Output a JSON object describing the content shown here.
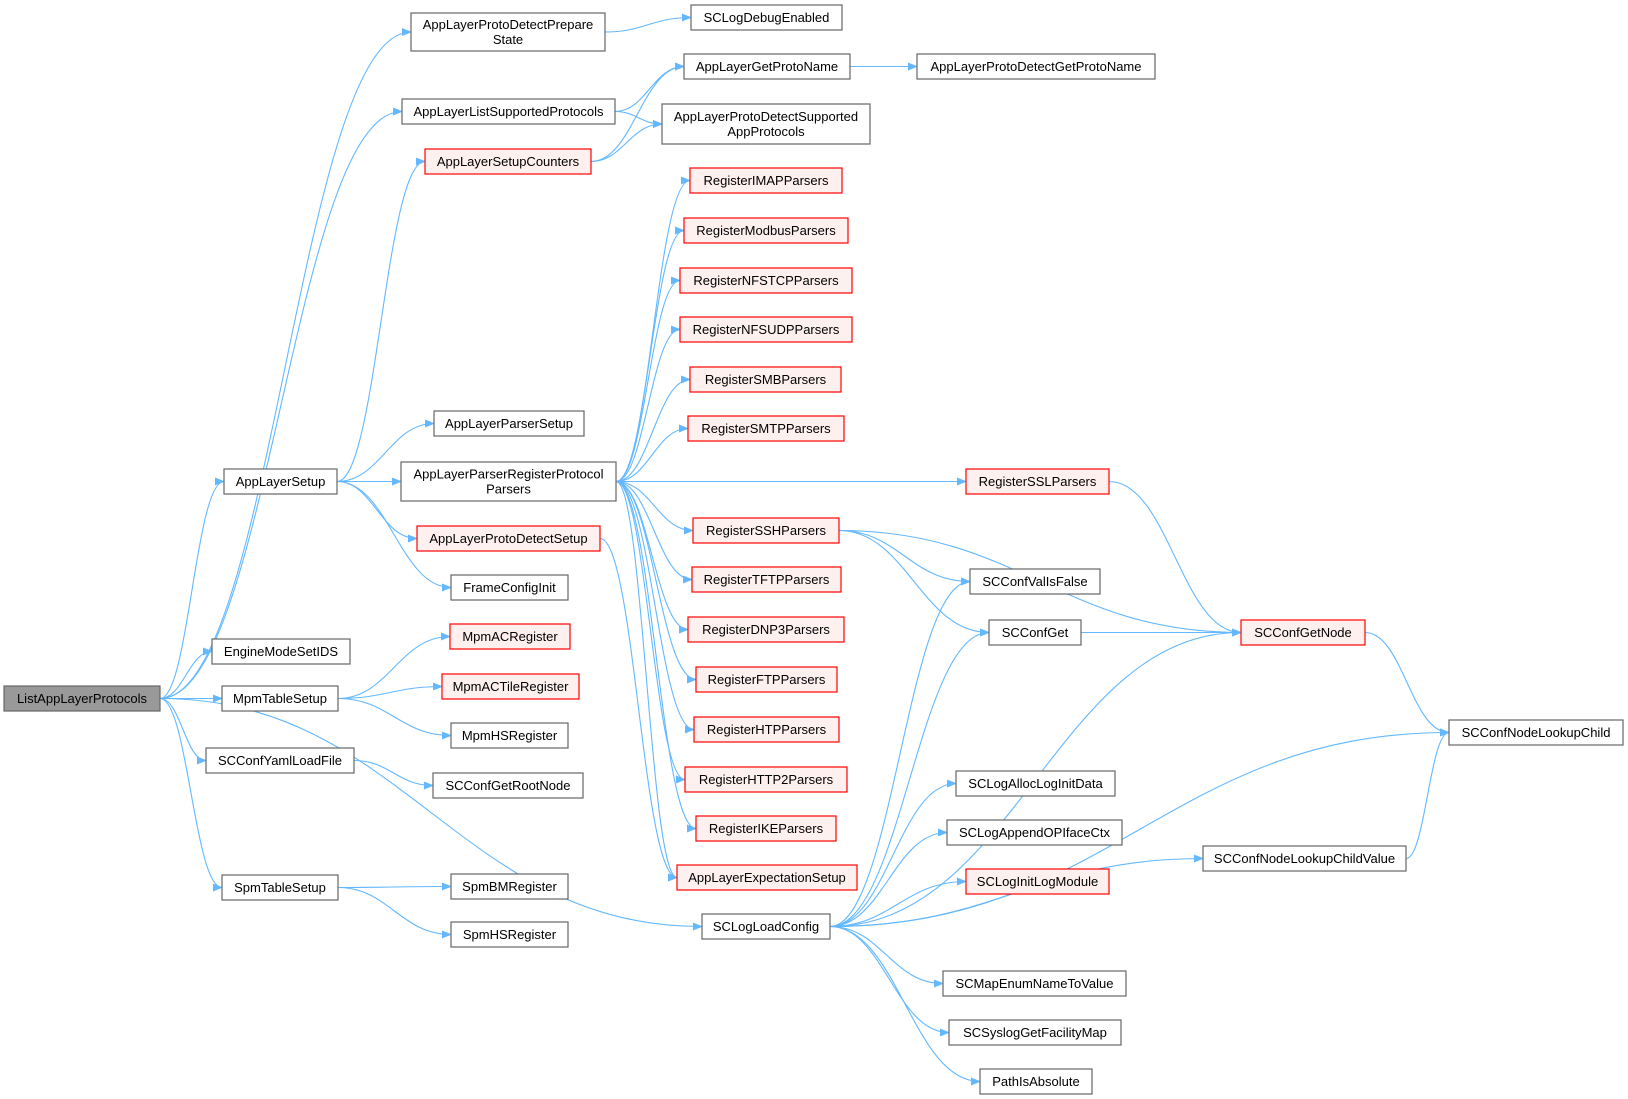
{
  "colors": {
    "edge": "#63b8ff",
    "node_border": "#666666",
    "node_fill": "#ffffff",
    "root_fill": "#999999",
    "truncated_border": "#ff0000",
    "truncated_fill": "#fff0f0"
  },
  "nodes": {
    "root": {
      "lines": [
        "ListAppLayerProtocols"
      ],
      "style": "root"
    },
    "protoDetectPrepare": {
      "lines": [
        "AppLayerProtoDetectPrepare",
        "State"
      ],
      "style": "normal"
    },
    "scLogDebugEnabled": {
      "lines": [
        "SCLogDebugEnabled"
      ],
      "style": "normal"
    },
    "getProtoName": {
      "lines": [
        "AppLayerGetProtoName"
      ],
      "style": "normal"
    },
    "protoDetectGetProtoName": {
      "lines": [
        "AppLayerProtoDetectGetProtoName"
      ],
      "style": "normal"
    },
    "listSupported": {
      "lines": [
        "AppLayerListSupportedProtocols"
      ],
      "style": "normal"
    },
    "protoDetectSupported": {
      "lines": [
        "AppLayerProtoDetectSupported",
        "AppProtocols"
      ],
      "style": "normal"
    },
    "setupCounters": {
      "lines": [
        "AppLayerSetupCounters"
      ],
      "style": "truncated"
    },
    "regIMAP": {
      "lines": [
        "RegisterIMAPParsers"
      ],
      "style": "truncated"
    },
    "regModbus": {
      "lines": [
        "RegisterModbusParsers"
      ],
      "style": "truncated"
    },
    "regNFSTCP": {
      "lines": [
        "RegisterNFSTCPParsers"
      ],
      "style": "truncated"
    },
    "regNFSUDP": {
      "lines": [
        "RegisterNFSUDPParsers"
      ],
      "style": "truncated"
    },
    "regSMB": {
      "lines": [
        "RegisterSMBParsers"
      ],
      "style": "truncated"
    },
    "regSMTP": {
      "lines": [
        "RegisterSMTPParsers"
      ],
      "style": "truncated"
    },
    "parserSetup": {
      "lines": [
        "AppLayerParserSetup"
      ],
      "style": "normal"
    },
    "appLayerSetup": {
      "lines": [
        "AppLayerSetup"
      ],
      "style": "normal"
    },
    "parserRegister": {
      "lines": [
        "AppLayerParserRegisterProtocol",
        "Parsers"
      ],
      "style": "normal"
    },
    "regSSL": {
      "lines": [
        "RegisterSSLParsers"
      ],
      "style": "truncated"
    },
    "protoDetectSetup": {
      "lines": [
        "AppLayerProtoDetectSetup"
      ],
      "style": "truncated"
    },
    "regSSH": {
      "lines": [
        "RegisterSSHParsers"
      ],
      "style": "truncated"
    },
    "frameConfigInit": {
      "lines": [
        "FrameConfigInit"
      ],
      "style": "normal"
    },
    "regTFTP": {
      "lines": [
        "RegisterTFTPParsers"
      ],
      "style": "truncated"
    },
    "scConfValIsFalse": {
      "lines": [
        "SCConfValIsFalse"
      ],
      "style": "normal"
    },
    "engineModeSetIDS": {
      "lines": [
        "EngineModeSetIDS"
      ],
      "style": "normal"
    },
    "regDNP3": {
      "lines": [
        "RegisterDNP3Parsers"
      ],
      "style": "truncated"
    },
    "mpmACRegister": {
      "lines": [
        "MpmACRegister"
      ],
      "style": "truncated"
    },
    "scConfGet": {
      "lines": [
        "SCConfGet"
      ],
      "style": "normal"
    },
    "scConfGetNode": {
      "lines": [
        "SCConfGetNode"
      ],
      "style": "truncated"
    },
    "regFTP": {
      "lines": [
        "RegisterFTPParsers"
      ],
      "style": "truncated"
    },
    "mpmTableSetup": {
      "lines": [
        "MpmTableSetup"
      ],
      "style": "normal"
    },
    "mpmACTile": {
      "lines": [
        "MpmACTileRegister"
      ],
      "style": "truncated"
    },
    "regHTP": {
      "lines": [
        "RegisterHTPParsers"
      ],
      "style": "truncated"
    },
    "mpmHS": {
      "lines": [
        "MpmHSRegister"
      ],
      "style": "normal"
    },
    "scConfNodeLookupChild": {
      "lines": [
        "SCConfNodeLookupChild"
      ],
      "style": "normal"
    },
    "scConfYamlLoadFile": {
      "lines": [
        "SCConfYamlLoadFile"
      ],
      "style": "normal"
    },
    "regHTTP2": {
      "lines": [
        "RegisterHTTP2Parsers"
      ],
      "style": "truncated"
    },
    "scConfGetRootNode": {
      "lines": [
        "SCConfGetRootNode"
      ],
      "style": "normal"
    },
    "scLogAllocLogInitData": {
      "lines": [
        "SCLogAllocLogInitData"
      ],
      "style": "normal"
    },
    "regIKE": {
      "lines": [
        "RegisterIKEParsers"
      ],
      "style": "truncated"
    },
    "scLogAppendOPIface": {
      "lines": [
        "SCLogAppendOPIfaceCtx"
      ],
      "style": "normal"
    },
    "scConfNodeLookupChildValue": {
      "lines": [
        "SCConfNodeLookupChildValue"
      ],
      "style": "normal"
    },
    "expectationSetup": {
      "lines": [
        "AppLayerExpectationSetup"
      ],
      "style": "truncated"
    },
    "scLogInitLogModule": {
      "lines": [
        "SCLogInitLogModule"
      ],
      "style": "truncated"
    },
    "spmTableSetup": {
      "lines": [
        "SpmTableSetup"
      ],
      "style": "normal"
    },
    "spmBM": {
      "lines": [
        "SpmBMRegister"
      ],
      "style": "normal"
    },
    "scLogLoadConfig": {
      "lines": [
        "SCLogLoadConfig"
      ],
      "style": "normal"
    },
    "spmHS": {
      "lines": [
        "SpmHSRegister"
      ],
      "style": "normal"
    },
    "scMapEnum": {
      "lines": [
        "SCMapEnumNameToValue"
      ],
      "style": "normal"
    },
    "scSyslogGetFacility": {
      "lines": [
        "SCSyslogGetFacilityMap"
      ],
      "style": "normal"
    },
    "pathIsAbsolute": {
      "lines": [
        "PathIsAbsolute"
      ],
      "style": "normal"
    }
  },
  "edges": [
    [
      "root",
      "protoDetectPrepare"
    ],
    [
      "root",
      "listSupported"
    ],
    [
      "root",
      "appLayerSetup"
    ],
    [
      "root",
      "engineModeSetIDS"
    ],
    [
      "root",
      "mpmTableSetup"
    ],
    [
      "root",
      "scConfYamlLoadFile"
    ],
    [
      "root",
      "spmTableSetup"
    ],
    [
      "root",
      "scLogLoadConfig"
    ],
    [
      "protoDetectPrepare",
      "scLogDebugEnabled"
    ],
    [
      "getProtoName",
      "protoDetectGetProtoName"
    ],
    [
      "listSupported",
      "getProtoName"
    ],
    [
      "listSupported",
      "protoDetectSupported"
    ],
    [
      "setupCounters",
      "getProtoName"
    ],
    [
      "setupCounters",
      "protoDetectSupported"
    ],
    [
      "appLayerSetup",
      "setupCounters"
    ],
    [
      "appLayerSetup",
      "parserSetup"
    ],
    [
      "appLayerSetup",
      "parserRegister"
    ],
    [
      "appLayerSetup",
      "protoDetectSetup"
    ],
    [
      "appLayerSetup",
      "frameConfigInit"
    ],
    [
      "parserRegister",
      "regIMAP"
    ],
    [
      "parserRegister",
      "regModbus"
    ],
    [
      "parserRegister",
      "regNFSTCP"
    ],
    [
      "parserRegister",
      "regNFSUDP"
    ],
    [
      "parserRegister",
      "regSMB"
    ],
    [
      "parserRegister",
      "regSMTP"
    ],
    [
      "parserRegister",
      "regSSL"
    ],
    [
      "parserRegister",
      "regSSH"
    ],
    [
      "parserRegister",
      "regTFTP"
    ],
    [
      "parserRegister",
      "regDNP3"
    ],
    [
      "parserRegister",
      "regFTP"
    ],
    [
      "parserRegister",
      "regHTP"
    ],
    [
      "parserRegister",
      "regHTTP2"
    ],
    [
      "parserRegister",
      "regIKE"
    ],
    [
      "parserRegister",
      "expectationSetup"
    ],
    [
      "protoDetectSetup",
      "expectationSetup"
    ],
    [
      "regSSL",
      "scConfGetNode"
    ],
    [
      "regSSH",
      "scConfGetNode"
    ],
    [
      "regSSH",
      "scConfValIsFalse"
    ],
    [
      "regSSH",
      "scConfGet"
    ],
    [
      "scConfGet",
      "scConfGetNode"
    ],
    [
      "scConfGetNode",
      "scConfNodeLookupChild"
    ],
    [
      "scConfNodeLookupChildValue",
      "scConfNodeLookupChild"
    ],
    [
      "mpmTableSetup",
      "mpmACRegister"
    ],
    [
      "mpmTableSetup",
      "mpmACTile"
    ],
    [
      "mpmTableSetup",
      "mpmHS"
    ],
    [
      "scConfYamlLoadFile",
      "scConfGetRootNode"
    ],
    [
      "spmTableSetup",
      "spmBM"
    ],
    [
      "spmTableSetup",
      "spmHS"
    ],
    [
      "scLogLoadConfig",
      "scConfValIsFalse"
    ],
    [
      "scLogLoadConfig",
      "scConfGet"
    ],
    [
      "scLogLoadConfig",
      "scConfGetNode"
    ],
    [
      "scLogLoadConfig",
      "scConfNodeLookupChild"
    ],
    [
      "scLogLoadConfig",
      "scLogAllocLogInitData"
    ],
    [
      "scLogLoadConfig",
      "scLogAppendOPIface"
    ],
    [
      "scLogLoadConfig",
      "scLogInitLogModule"
    ],
    [
      "scLogLoadConfig",
      "scConfNodeLookupChildValue"
    ],
    [
      "scLogLoadConfig",
      "scMapEnum"
    ],
    [
      "scLogLoadConfig",
      "scSyslogGetFacility"
    ],
    [
      "scLogLoadConfig",
      "pathIsAbsolute"
    ]
  ]
}
